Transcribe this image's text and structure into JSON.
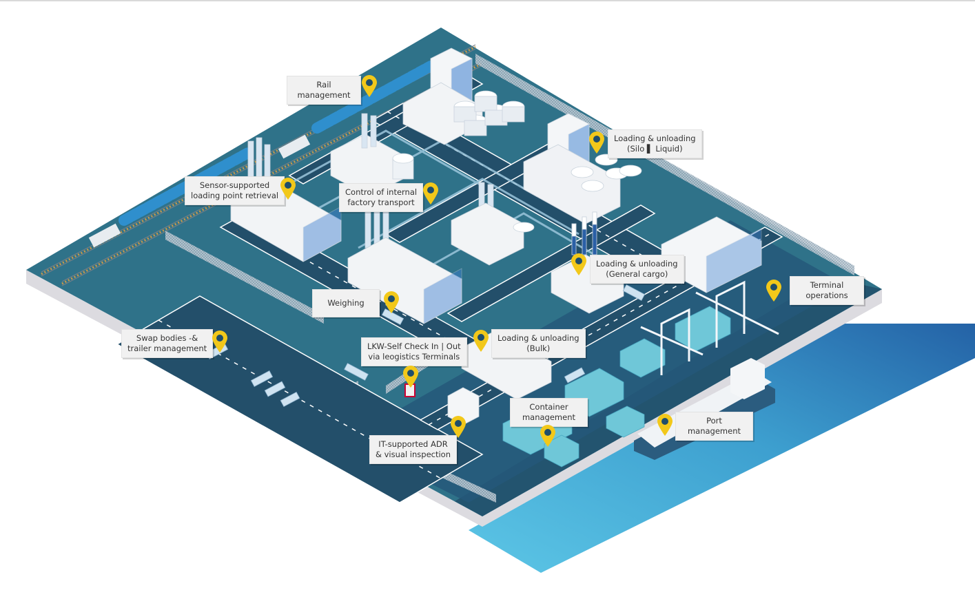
{
  "title": "Logistics site map",
  "colors": {
    "pin": "#f2c81a",
    "pin_dot": "#1f4e6b",
    "ground": "#2f7289",
    "ground_dark": "#23546f",
    "road": "#234f6a",
    "water_light": "#5cc3e3",
    "water_dark": "#2a6fae",
    "quay": "#dcdbe0",
    "label_bg": "#f1f1f1"
  },
  "pins": [
    {
      "id": "rail",
      "lines": [
        "Rail",
        "management"
      ]
    },
    {
      "id": "silo",
      "lines": [
        "Loading & unloading",
        "(Silo ▌ Liquid)"
      ]
    },
    {
      "id": "sensor",
      "lines": [
        "Sensor-supported",
        "loading point retrieval"
      ]
    },
    {
      "id": "internal",
      "lines": [
        "Control of internal",
        "factory transport"
      ]
    },
    {
      "id": "general",
      "lines": [
        "Loading & unloading",
        "(General cargo)"
      ]
    },
    {
      "id": "terminal",
      "lines": [
        "Terminal",
        "operations"
      ]
    },
    {
      "id": "weighing",
      "lines": [
        "Weighing"
      ]
    },
    {
      "id": "swap",
      "lines": [
        "Swap bodies -&",
        "trailer management"
      ]
    },
    {
      "id": "checkin",
      "lines": [
        "LKW-Self Check In | Out",
        "via leogistics Terminals"
      ]
    },
    {
      "id": "bulk",
      "lines": [
        "Loading & unloading",
        "(Bulk)"
      ]
    },
    {
      "id": "container",
      "lines": [
        "Container",
        "management"
      ]
    },
    {
      "id": "adr",
      "lines": [
        "IT-supported ADR",
        "& visual inspection"
      ]
    },
    {
      "id": "port",
      "lines": [
        "Port",
        "management"
      ]
    }
  ]
}
